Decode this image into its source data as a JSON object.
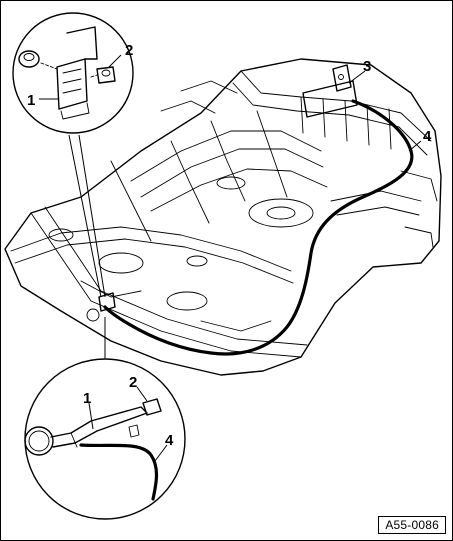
{
  "callouts": {
    "top_detail_1": "1",
    "top_detail_2": "2",
    "main_3": "3",
    "main_4": "4",
    "bottom_detail_1": "1",
    "bottom_detail_2": "2",
    "bottom_detail_4": "4"
  },
  "reference_code": "A55-0086"
}
